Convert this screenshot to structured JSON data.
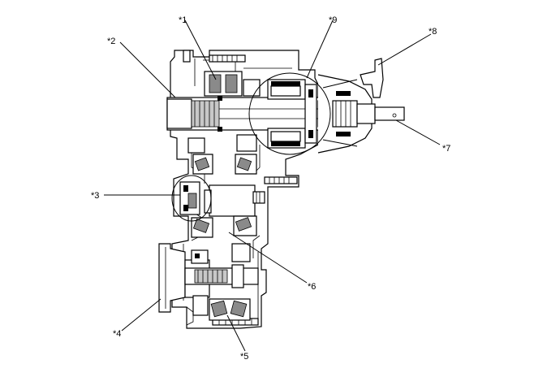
{
  "labels": {
    "l1": "*1",
    "l2": "*2",
    "l3": "*3",
    "l4": "*4",
    "l5": "*5",
    "l6": "*6",
    "l7": "*7",
    "l8": "*8",
    "l9": "*9"
  }
}
